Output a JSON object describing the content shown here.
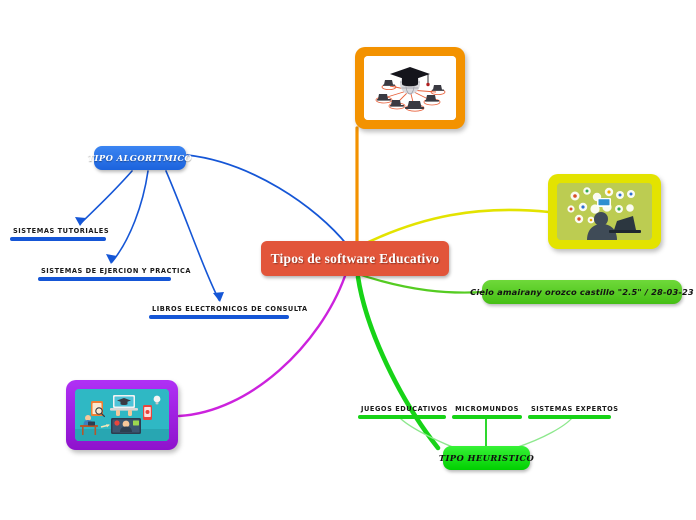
{
  "mindmap": {
    "center": {
      "label": "Tipos de software Educativo",
      "color": "#E2553A"
    },
    "branches": [
      {
        "id": "algoritmico",
        "label": "TIPO ALGORITMICO",
        "color": "#2670E8",
        "connector": "blue",
        "subtopics": [
          {
            "label": "SISTEMAS TUTORIALES"
          },
          {
            "label": "SISTEMAS DE EJERCION Y PRACTICA"
          },
          {
            "label": "LIBROS ELECTRONICOS DE CONSULTA"
          }
        ]
      },
      {
        "id": "heuristico",
        "label": "TIPO HEURISTICO",
        "color": "#14E014",
        "connector": "green",
        "subtopics": [
          {
            "label": "JUEGOS EDUCATIVOS"
          },
          {
            "label": "MICROMUNDOS"
          },
          {
            "label": "SISTEMAS EXPERTOS"
          }
        ]
      }
    ],
    "author_node": {
      "label": "Cielo amairany orozco castillo  \"2.5\"  / 28-03-23",
      "color": "#55CC22"
    },
    "images": [
      {
        "id": "top",
        "name": "graduation-globe-laptops-image",
        "frame_color": "#F39200",
        "connector_color": "#F39200"
      },
      {
        "id": "right",
        "name": "student-laptop-icons-image",
        "frame_color": "#E3E300",
        "connector_color": "#E3E300"
      },
      {
        "id": "left",
        "name": "elearning-devices-image",
        "frame_color": "#A41BE8",
        "connector_color": "#CC22DD"
      }
    ]
  }
}
